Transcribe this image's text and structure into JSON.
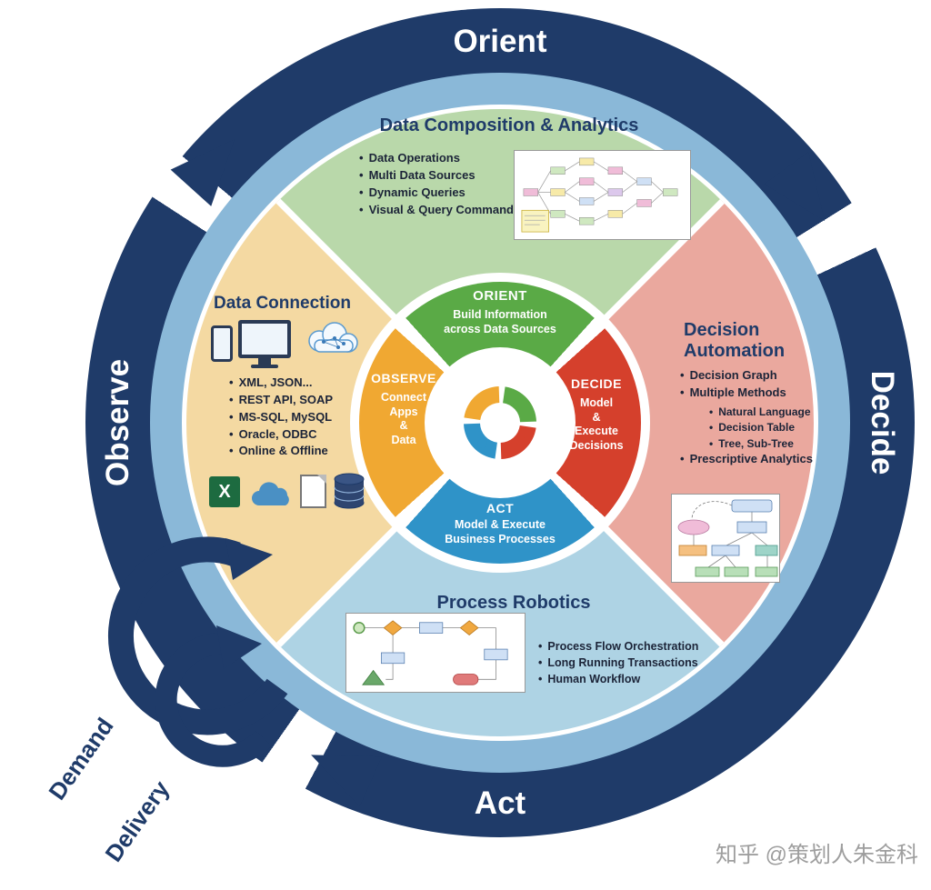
{
  "ring": {
    "orient_label": "Orient",
    "decide_label": "Decide",
    "act_label": "Act",
    "observe_label": "Observe",
    "demand_label": "Demand",
    "delivery_label": "Delivery"
  },
  "quadrants": {
    "orient": {
      "title": "Data Composition & Analytics",
      "bullets": [
        "Data Operations",
        "Multi Data Sources",
        "Dynamic Queries",
        "Visual & Query Command"
      ]
    },
    "observe": {
      "title": "Data Connection",
      "bullets": [
        "XML, JSON...",
        "REST API, SOAP",
        "MS-SQL, MySQL",
        "Oracle, ODBC",
        "Online & Offline"
      ]
    },
    "decide": {
      "title": "Decision Automation",
      "bullets": [
        "Decision Graph",
        "Multiple Methods"
      ],
      "sub_bullets": [
        "Natural Language",
        "Decision Table",
        "Tree, Sub-Tree"
      ],
      "extra_bullets": [
        "Prescriptive Analytics"
      ]
    },
    "act": {
      "title": "Process Robotics",
      "bullets": [
        "Process Flow Orchestration",
        "Long Running Transactions",
        "Human Workflow"
      ]
    }
  },
  "center": {
    "orient": {
      "label": "ORIENT",
      "desc_lines": [
        "Build Information",
        "across Data Sources"
      ]
    },
    "observe": {
      "label": "OBSERVE",
      "desc_lines": [
        "Connect",
        "Apps",
        "&",
        "Data"
      ]
    },
    "decide": {
      "label": "DECIDE",
      "desc_lines": [
        "Model",
        "&",
        "Execute",
        "Decisions"
      ]
    },
    "act": {
      "label": "ACT",
      "desc_lines": [
        "Model & Execute",
        "Business Processes"
      ]
    }
  },
  "icons": {
    "excel_glyph": "X"
  },
  "watermark": "知乎 @策划人朱金科",
  "colors": {
    "navy": "#1f3b69",
    "ring_blue": "#8ab8d8",
    "quadrant_green": "#b9d8aa",
    "quadrant_salmon": "#eaa89e",
    "quadrant_blue": "#aed3e4",
    "quadrant_tan": "#f4d9a2",
    "arc_green": "#5aaa46",
    "arc_red": "#d5402c",
    "arc_blue": "#2f93c8",
    "arc_orange": "#f0a832"
  }
}
